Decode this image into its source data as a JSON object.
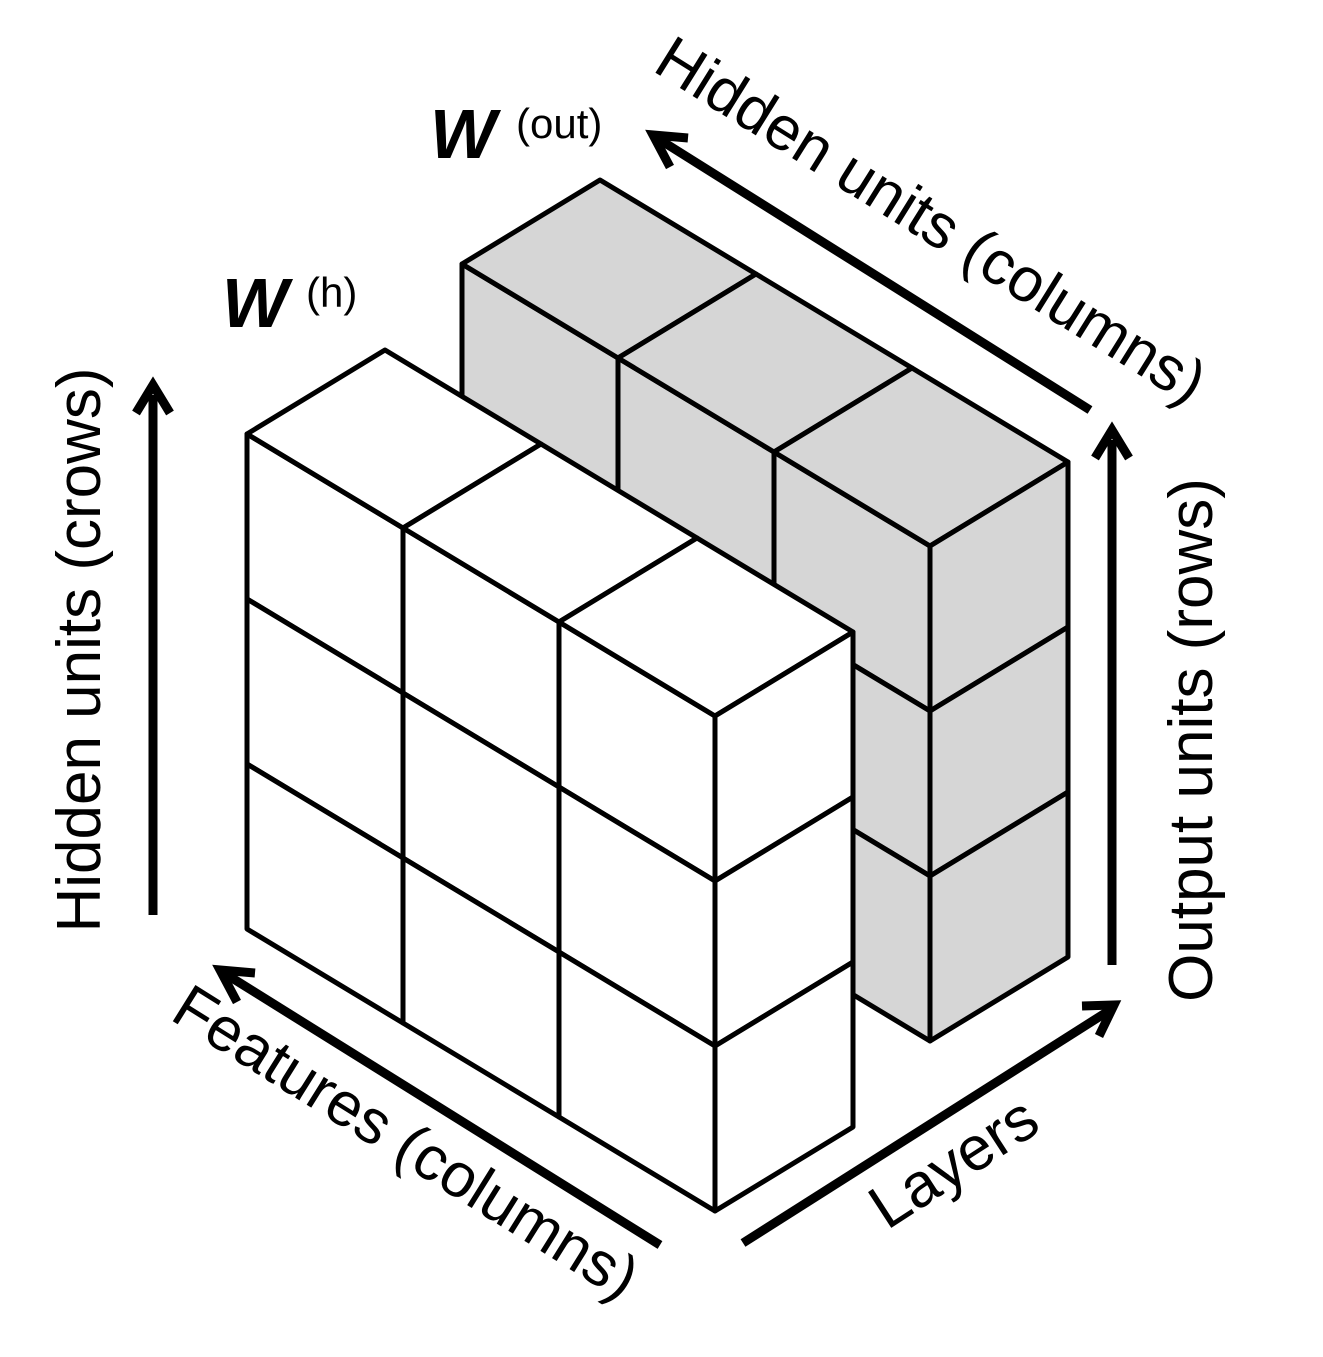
{
  "matrices": {
    "hidden": {
      "symbol": "W",
      "superscript": "(h)",
      "fill": "#ffffff"
    },
    "output": {
      "symbol": "W",
      "superscript": "(out)",
      "fill": "#d6d6d6"
    }
  },
  "axes": {
    "hidden_rows": "Hidden units (crows)",
    "features_columns": "Features (columns)",
    "layers": "Layers",
    "output_rows": "Output units (rows)",
    "hidden_columns": "Hidden units (columns)"
  },
  "colors": {
    "stroke": "#000000",
    "front_fill": "#ffffff",
    "back_fill": "#d6d6d6"
  }
}
